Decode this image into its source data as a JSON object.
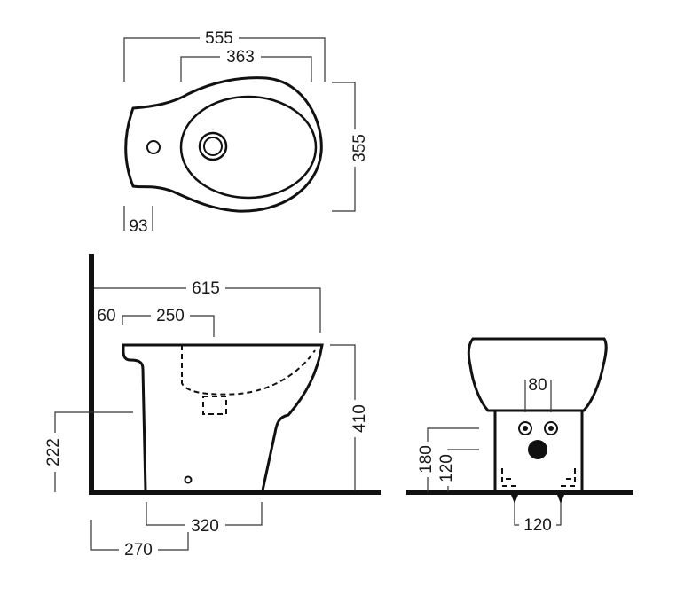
{
  "top_view": {
    "dim_overall_width": "555",
    "dim_bowl_width": "363",
    "dim_depth": "355",
    "dim_tap_offset": "93"
  },
  "side_view": {
    "dim_overall_length": "615",
    "dim_wall_gap": "60",
    "dim_inlet": "250",
    "dim_height": "410",
    "dim_supply_height": "222",
    "dim_base": "320",
    "dim_wall_to_base": "270"
  },
  "front_view": {
    "dim_outlet_spacing_top": "80",
    "dim_height_high": "180",
    "dim_height_low": "120",
    "dim_fixing_spacing": "120"
  }
}
